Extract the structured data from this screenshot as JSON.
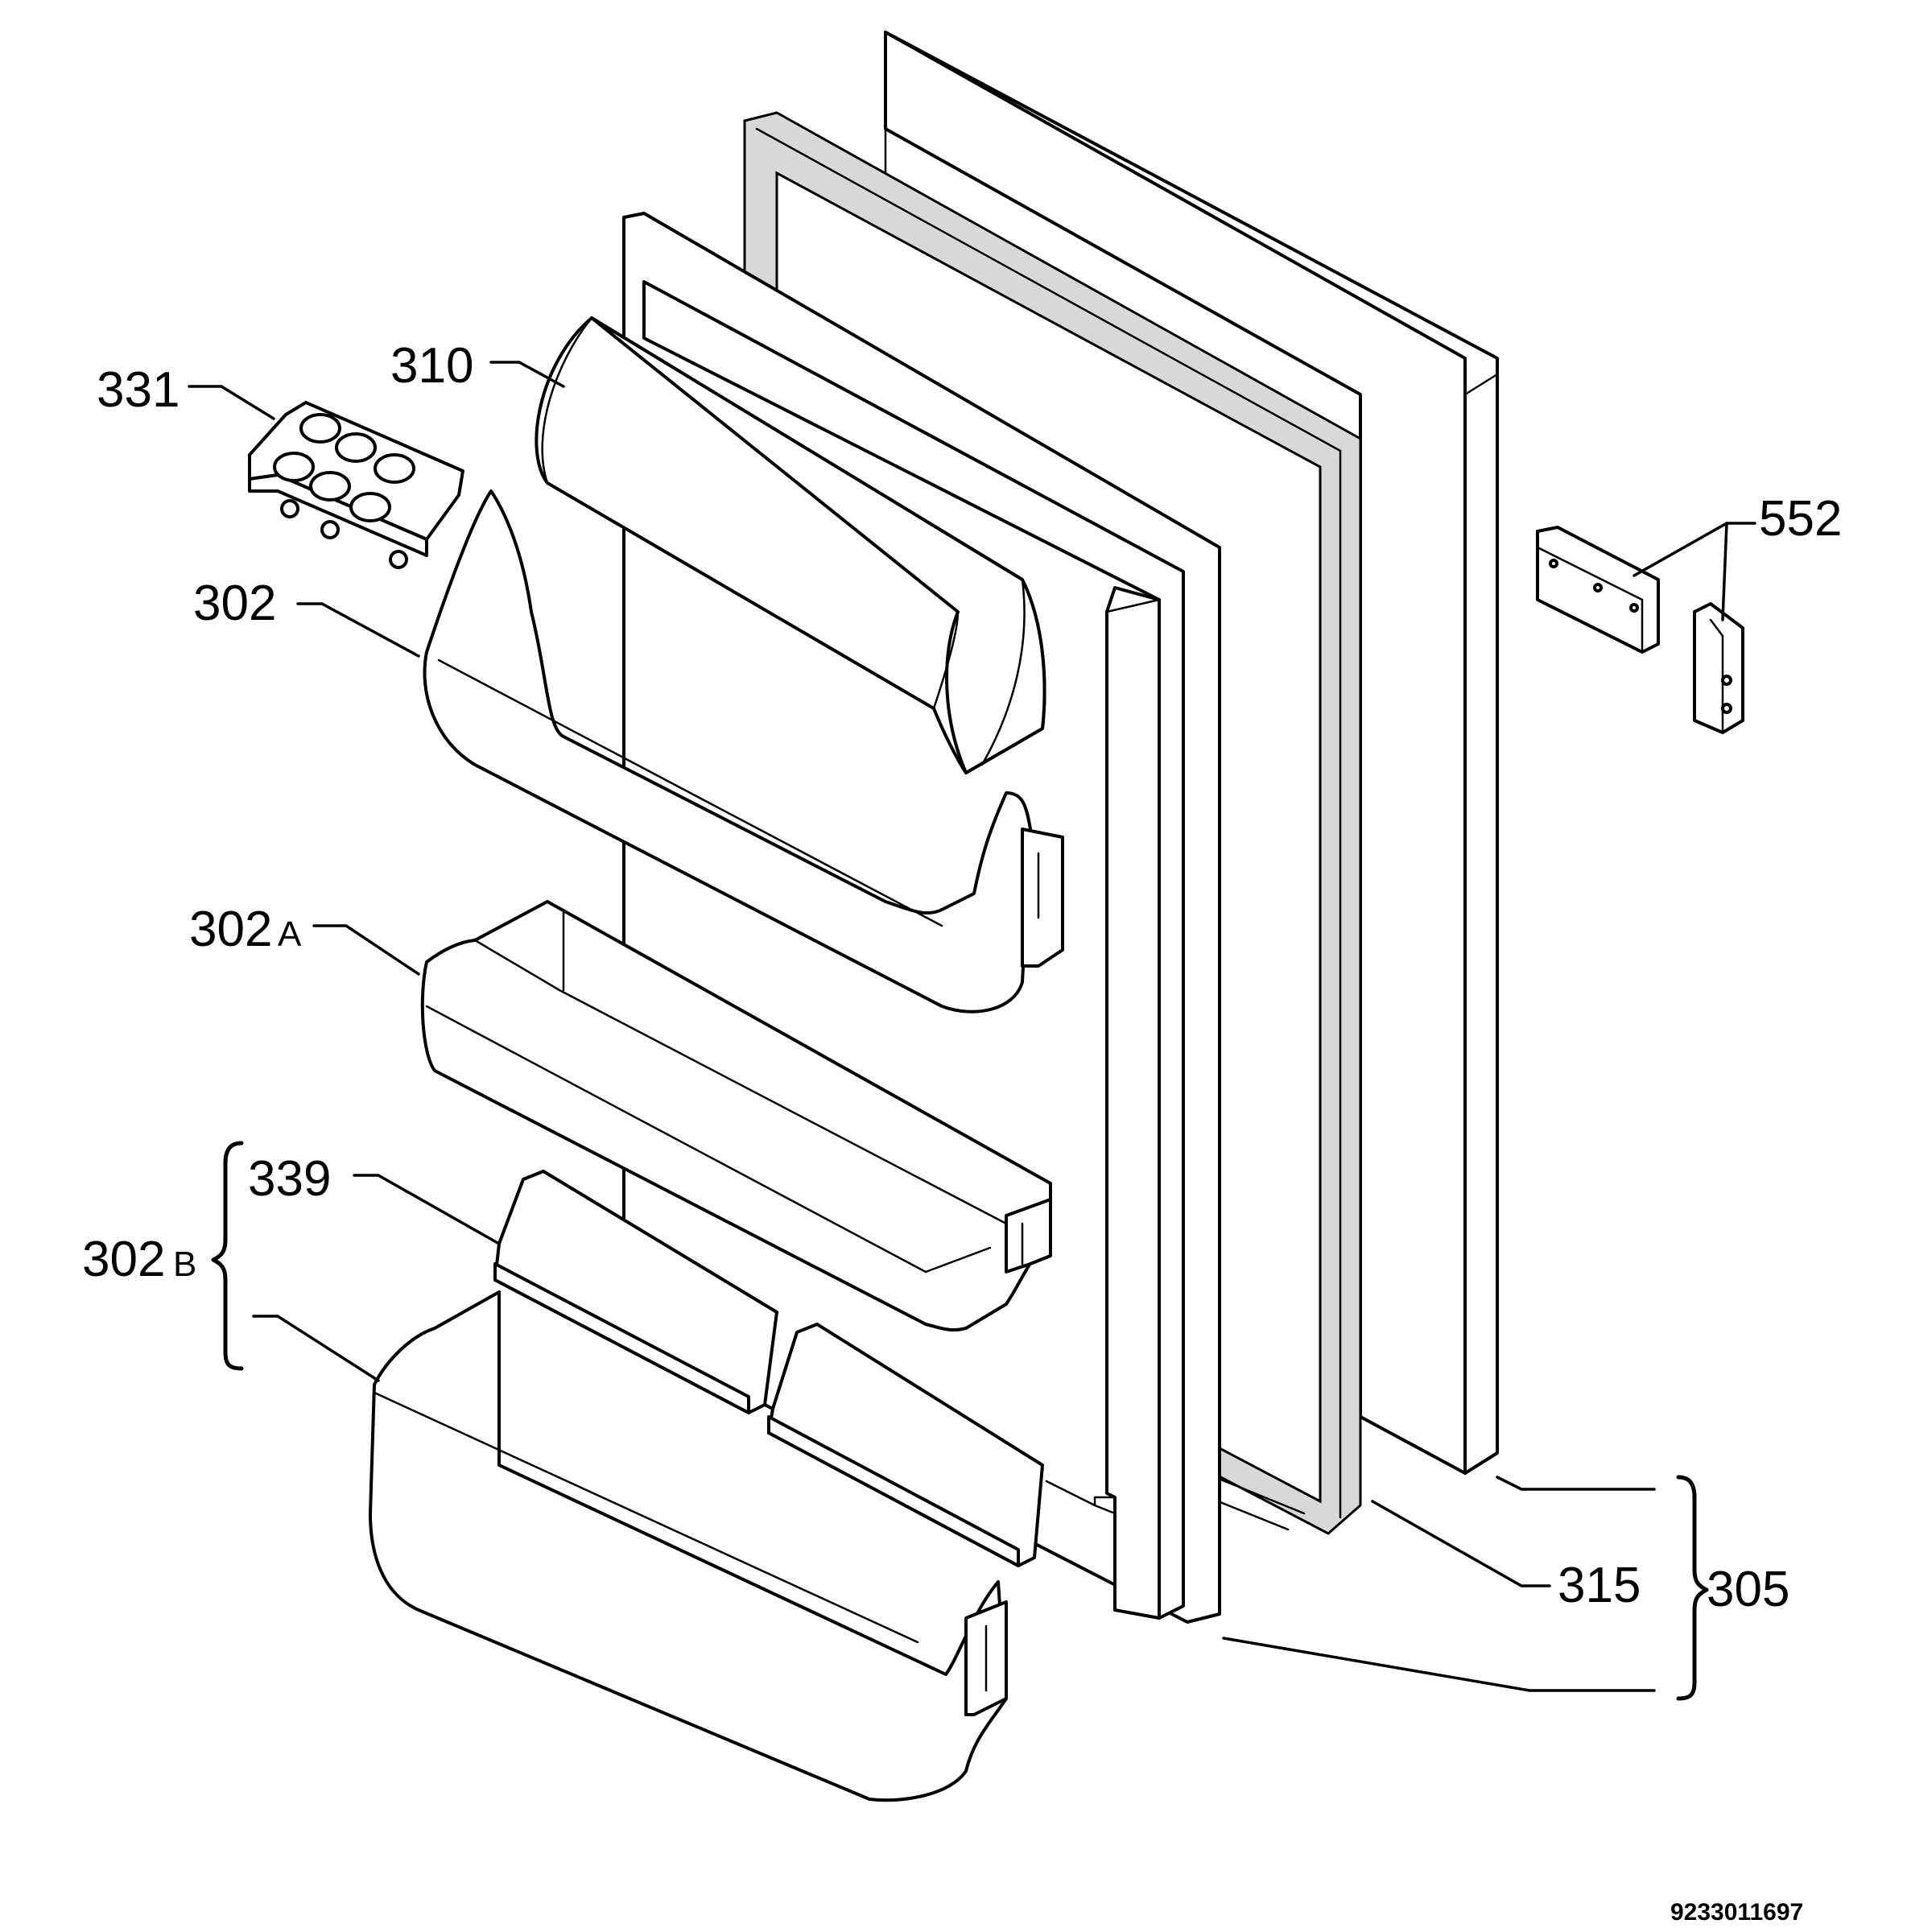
{
  "labels": {
    "p331": "331",
    "p310": "310",
    "p302": "302",
    "p302a_num": "302",
    "p302a_suffix": "A",
    "p339": "339",
    "p302b_num": "302",
    "p302b_suffix": "B",
    "p552": "552",
    "p315": "315",
    "p305": "305"
  },
  "document_number": "9233011697"
}
